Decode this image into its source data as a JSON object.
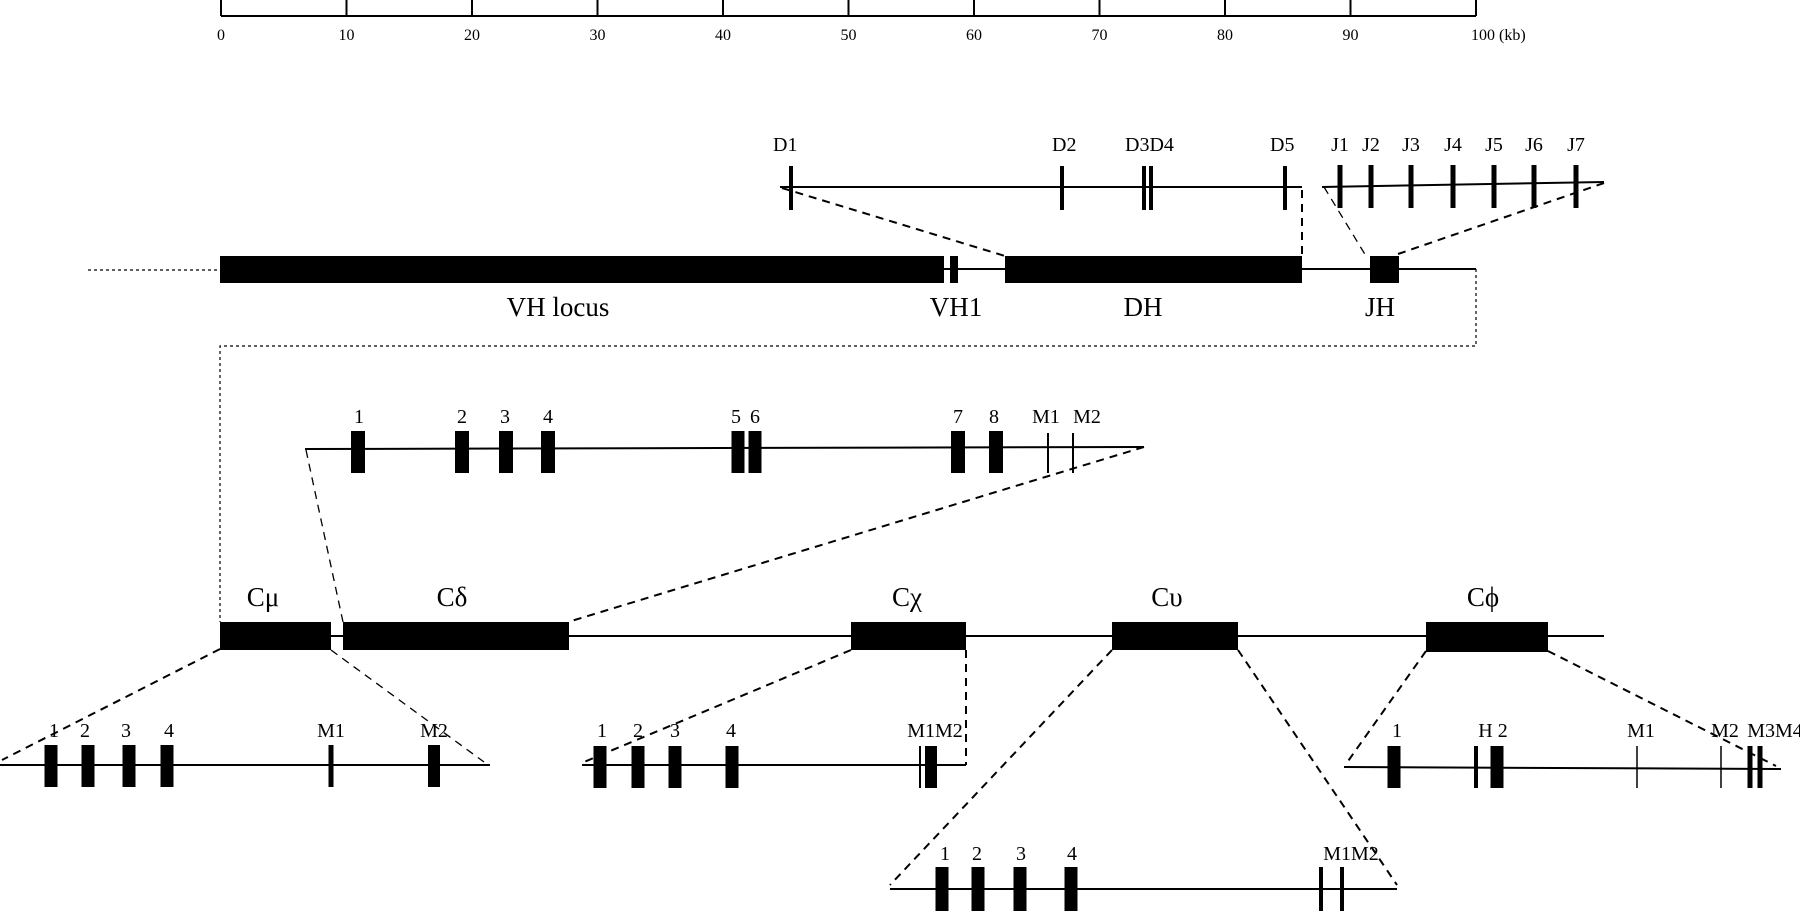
{
  "scale_bar": {
    "ticks": [
      "0",
      "10",
      "20",
      "30",
      "40",
      "50",
      "60",
      "70",
      "80",
      "90",
      "100 (kb)"
    ],
    "unit": "kb"
  },
  "D_segments": [
    "D1",
    "D2",
    "D3D4",
    "D5"
  ],
  "J_segments": [
    "J1",
    "J2",
    "J3",
    "J4",
    "J5",
    "J6",
    "J7"
  ],
  "locus_labels": {
    "vh": "VH  locus",
    "vh1": "VH1",
    "dh": "DH",
    "jh": "JH"
  },
  "c_delta_exons": [
    "1",
    "2",
    "3",
    "4",
    "5",
    "6",
    "7",
    "8",
    "M1",
    "M2"
  ],
  "constant_regions": {
    "c_mu": "Cμ",
    "c_delta": "Cδ",
    "c_chi": "Cχ",
    "c_upsilon": "Cυ",
    "c_phi": "Cϕ"
  },
  "c_mu_exons": [
    "1",
    "2",
    "3",
    "4",
    "M1",
    "M2"
  ],
  "c_chi_exons": [
    "1",
    "2",
    "3",
    "4",
    "M1M2"
  ],
  "c_upsilon_exons": [
    "1",
    "2",
    "3",
    "4",
    "M1M2"
  ],
  "c_phi_exons": [
    "1",
    "H 2",
    "M1",
    "M2",
    "M3M4"
  ]
}
